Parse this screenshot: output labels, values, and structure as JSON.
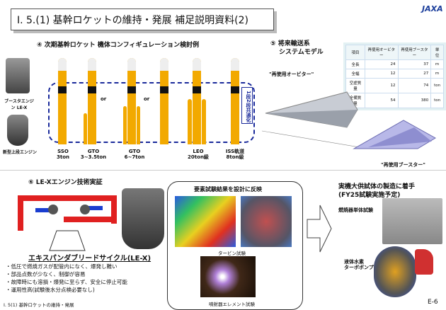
{
  "header": {
    "title": "I. 5.(1)  基幹ロケットの維持・発展  補足説明資料(2)",
    "logo": "JAXA"
  },
  "section4": {
    "title": "④ 次期基幹ロケット 機体コンフィギュレーション検討例",
    "engine_labels": [
      "ブースタエンジン LE-X",
      "新型上段エンジン"
    ],
    "or_label": "or",
    "common_label": "1段2段共通化",
    "configs": [
      {
        "orbit": "SSO",
        "payload": "3ton"
      },
      {
        "orbit": "GTO",
        "payload": "3~3.5ton"
      },
      {
        "orbit": "GTO",
        "payload": "6~7ton"
      },
      {
        "orbit": "LEO",
        "payload": "20ton級"
      },
      {
        "orbit": "ISS軌道",
        "payload": "8ton級"
      }
    ]
  },
  "section5": {
    "title_line1": "⑤ 将来輸送系",
    "title_line2": "システムモデル",
    "orbiter_label": "\"再使用オービター\"",
    "booster_label": "\"再使用ブースター\"",
    "table": {
      "headers": [
        "項目",
        "再使用オービター",
        "再使用ブースター",
        "単位"
      ],
      "rows": [
        [
          "全長",
          "24",
          "37",
          "m"
        ],
        [
          "全幅",
          "12",
          "27",
          "m"
        ],
        [
          "空虚質量",
          "12",
          "74",
          "ton"
        ],
        [
          "全備質量",
          "54",
          "380",
          "ton"
        ]
      ]
    }
  },
  "section6": {
    "title": "⑥ LE-Xエンジン技術実証",
    "cycle_title": "エキスパンダブリードサイクル(LE-X)",
    "bullets": [
      "・低圧で燃焼ガスが配管内になく、爆発し難い",
      "・部品点数が少なく、制御が容易",
      "・故障時にも溶損・爆発に至らず、安全に停止可能",
      "・運用性高(試験後水分点検必要なし)"
    ]
  },
  "center": {
    "title": "要素試験結果を設計に反映",
    "turbine_caption": "タービン試験",
    "injector_caption": "噴射器エレメント試験"
  },
  "right": {
    "title_line1": "実機大供試体の製造に着手",
    "title_line2": "(FY25試験実施予定)",
    "combustor_label": "燃焼器単体試験",
    "pump_label_line1": "液体水素",
    "pump_label_line2": "ターボポンプ"
  },
  "footer": {
    "section": "I. 5(1)  基幹ロケットの維持・発展",
    "page": "E-6"
  }
}
